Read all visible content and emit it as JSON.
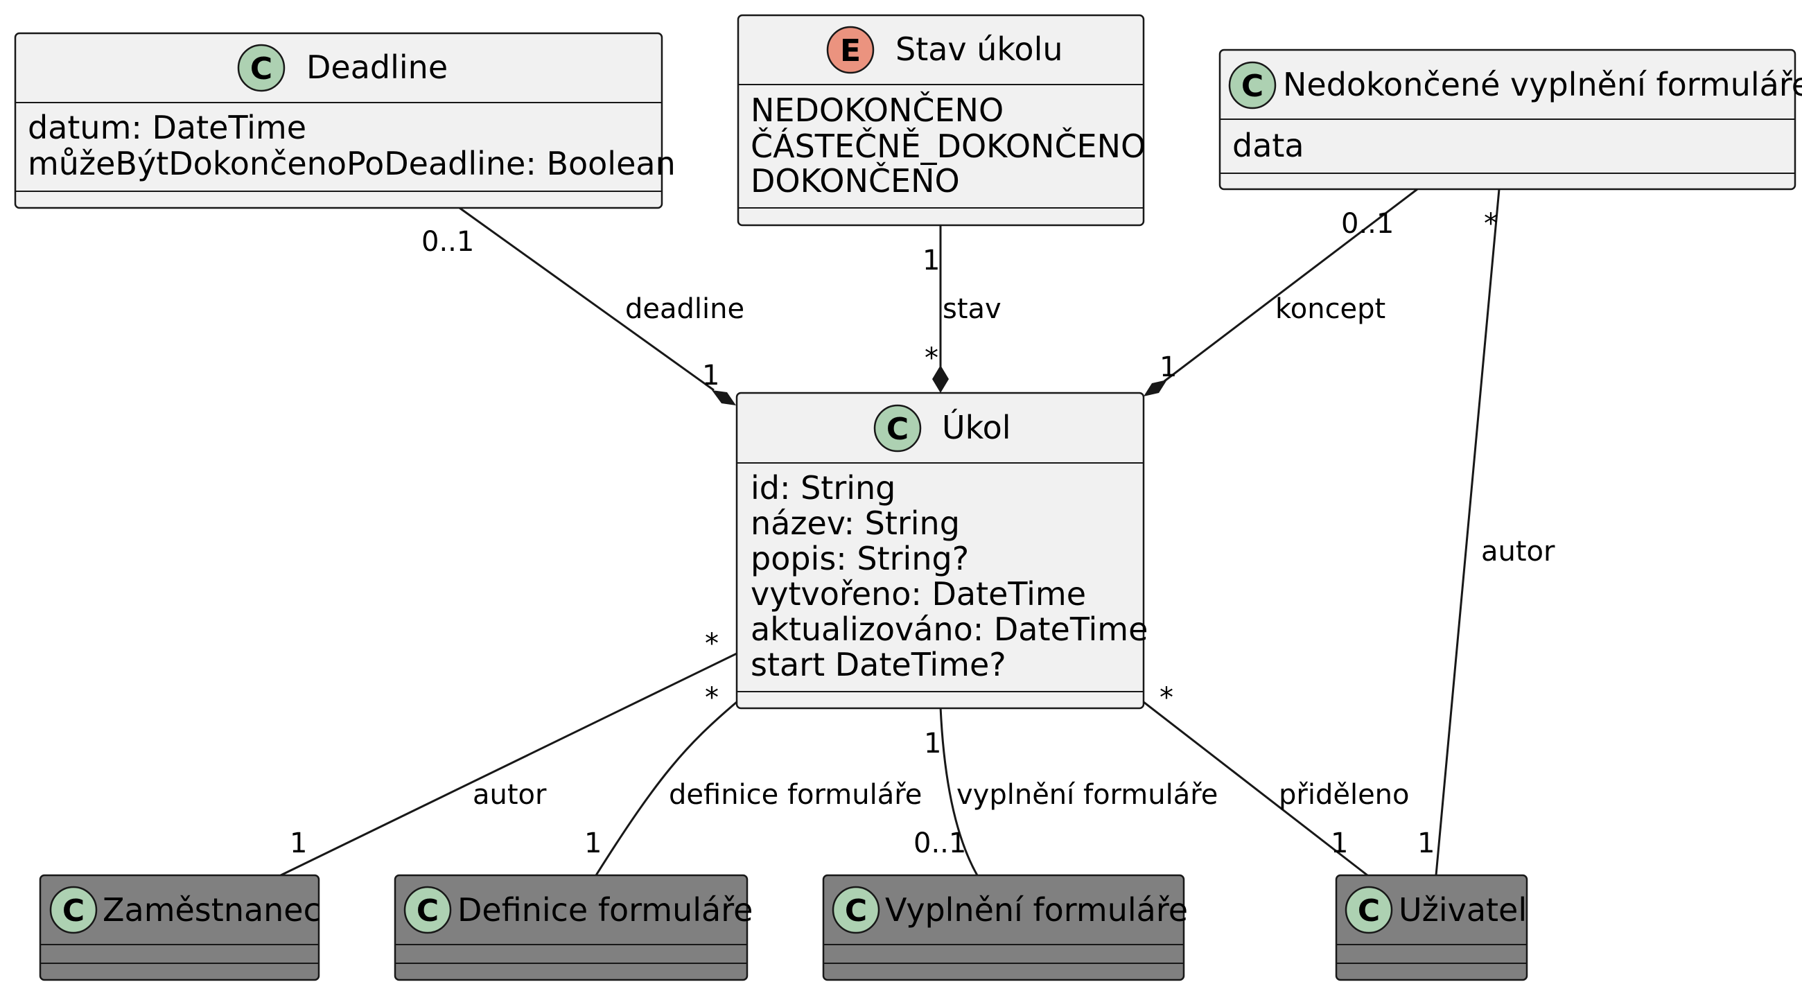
{
  "classes": {
    "deadline": {
      "stereotype": "C",
      "name": "Deadline",
      "attributes": [
        "datum: DateTime",
        "můžeBýtDokončenoPoDeadline: Boolean"
      ]
    },
    "stav_ukolu": {
      "stereotype": "E",
      "name": "Stav úkolu",
      "attributes": [
        "NEDOKONČENO",
        "ČÁSTEČNĚ_DOKONČENO",
        "DOKONČENO"
      ]
    },
    "nedokoncene": {
      "stereotype": "C",
      "name": "Nedokončené vyplnění formuláře",
      "attributes": [
        "data"
      ]
    },
    "ukol": {
      "stereotype": "C",
      "name": "Úkol",
      "attributes": [
        "id: String",
        "název: String",
        "popis: String?",
        "vytvořeno: DateTime",
        "aktualizováno: DateTime",
        "start DateTime?"
      ]
    },
    "zamestnanec": {
      "stereotype": "C",
      "name": "Zaměstnanec",
      "attributes": []
    },
    "definice": {
      "stereotype": "C",
      "name": "Definice formuláře",
      "attributes": []
    },
    "vyplneni": {
      "stereotype": "C",
      "name": "Vyplnění formuláře",
      "attributes": []
    },
    "uzivatel": {
      "stereotype": "C",
      "name": "Uživatel",
      "attributes": []
    }
  },
  "relations": {
    "deadline": {
      "label": "deadline",
      "from_mult": "0..1",
      "to_mult": "1"
    },
    "stav": {
      "label": "stav",
      "from_mult": "1",
      "to_mult": "*"
    },
    "koncept": {
      "label": "koncept",
      "from_mult": "0..1",
      "to_mult": "1"
    },
    "autor_nedok": {
      "label": "autor",
      "from_mult": "*",
      "to_mult": "1"
    },
    "autor_zam": {
      "label": "autor",
      "from_mult": "*",
      "to_mult": "1"
    },
    "definice": {
      "label": "definice formuláře",
      "from_mult": "*",
      "to_mult": "1"
    },
    "vyplneni": {
      "label": "vyplnění formuláře",
      "from_mult": "1",
      "to_mult": "0..1"
    },
    "prideleno": {
      "label": "přiděleno",
      "from_mult": "*",
      "to_mult": "1"
    }
  },
  "colors": {
    "class_fill": "#f1f1f1",
    "external_class_fill": "#808080",
    "class_badge": "#add1b2",
    "enum_badge": "#eb937f",
    "line": "#181818"
  }
}
